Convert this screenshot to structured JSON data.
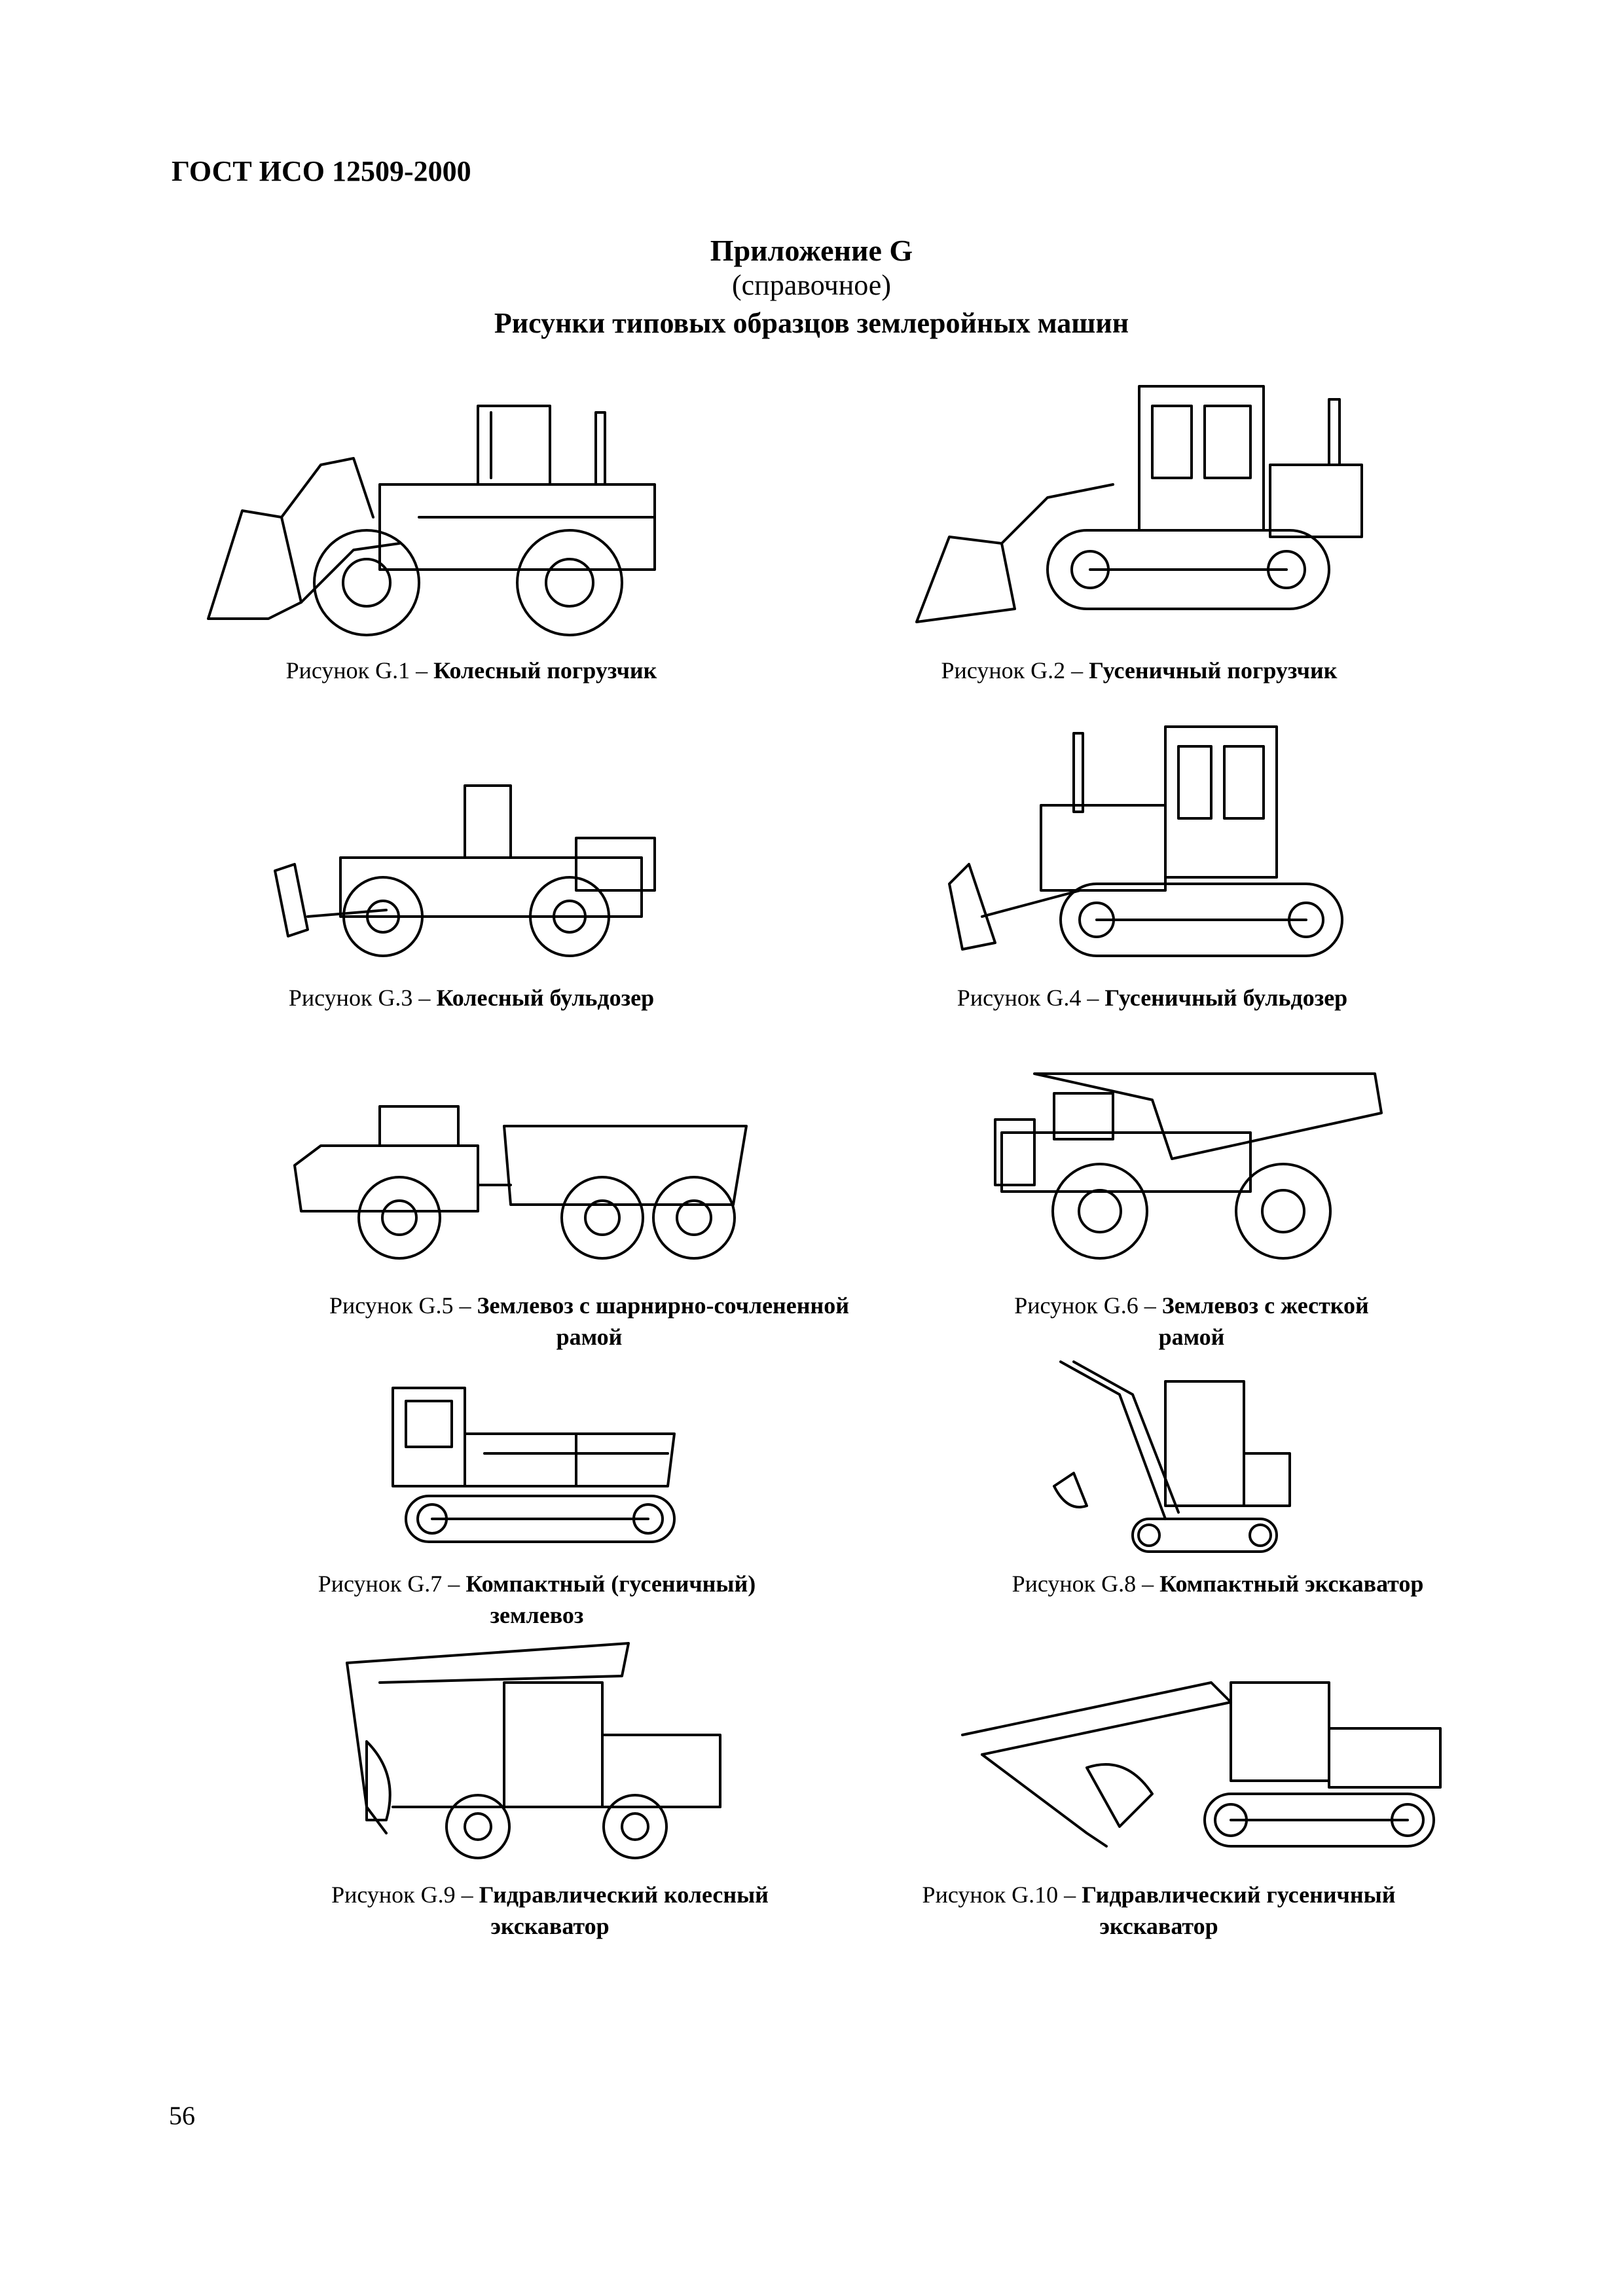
{
  "header": {
    "standard_code": "ГОСТ ИСО 12509-2000"
  },
  "appendix": {
    "title": "Приложение G",
    "type": "(справочное)",
    "heading": "Рисунки типовых образцов землеройных машин"
  },
  "figures": [
    {
      "prefix": "Рисунок G.1 – ",
      "name": "Колесный погрузчик",
      "name2": "",
      "icon": "wheel-loader-icon"
    },
    {
      "prefix": "Рисунок G.2 – ",
      "name": "Гусеничный погрузчик",
      "name2": "",
      "icon": "crawler-loader-icon"
    },
    {
      "prefix": "Рисунок G.3 – ",
      "name": "Колесный бульдозер",
      "name2": "",
      "icon": "wheel-dozer-icon"
    },
    {
      "prefix": "Рисунок G.4 – ",
      "name": "Гусеничный бульдозер",
      "name2": "",
      "icon": "crawler-dozer-icon"
    },
    {
      "prefix": "Рисунок G.5 – ",
      "name": "Землевоз с шарнирно-сочлененной",
      "name2": "рамой",
      "icon": "articulated-dumper-icon"
    },
    {
      "prefix": "Рисунок G.6 – ",
      "name": "Землевоз с жесткой",
      "name2": "рамой",
      "icon": "rigid-dumper-icon"
    },
    {
      "prefix": "Рисунок G.7 – ",
      "name": "Компактный (гусеничный)",
      "name2": "землевоз",
      "icon": "compact-crawler-dumper-icon"
    },
    {
      "prefix": "Рисунок G.8 – ",
      "name": "Компактный экскаватор",
      "name2": "",
      "icon": "compact-excavator-icon"
    },
    {
      "prefix": "Рисунок G.9 – ",
      "name": "Гидравлический колесный",
      "name2": "экскаватор",
      "icon": "wheeled-excavator-icon"
    },
    {
      "prefix": "Рисунок G.10 – ",
      "name": "Гидравлический гусеничный",
      "name2": "экскаватор",
      "icon": "crawler-excavator-icon"
    }
  ],
  "footer": {
    "page_number": "56"
  }
}
